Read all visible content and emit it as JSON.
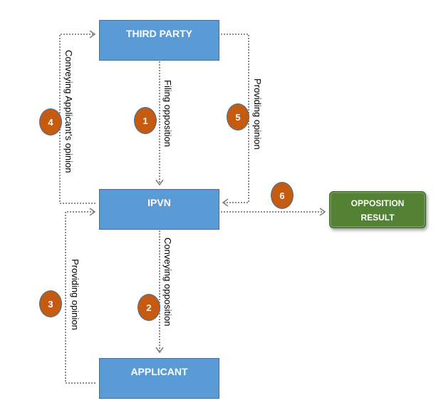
{
  "nodes": {
    "third_party": "THIRD PARTY",
    "ipvn": "IPVN",
    "applicant": "APPLICANT",
    "result_line1": "OPPOSITION",
    "result_line2": "RESULT"
  },
  "steps": [
    {
      "number": "1",
      "label": "Filing opposition"
    },
    {
      "number": "2",
      "label": "Conveying opposition"
    },
    {
      "number": "3",
      "label": "Providing opinion"
    },
    {
      "number": "4",
      "label": "Conveying Applicant’s opinion"
    },
    {
      "number": "5",
      "label": "Providing opinion"
    },
    {
      "number": "6",
      "label": ""
    }
  ],
  "colors": {
    "box": "#5b9bd5",
    "result": "#548235",
    "badge": "#c55a11",
    "connector": "#808080"
  }
}
